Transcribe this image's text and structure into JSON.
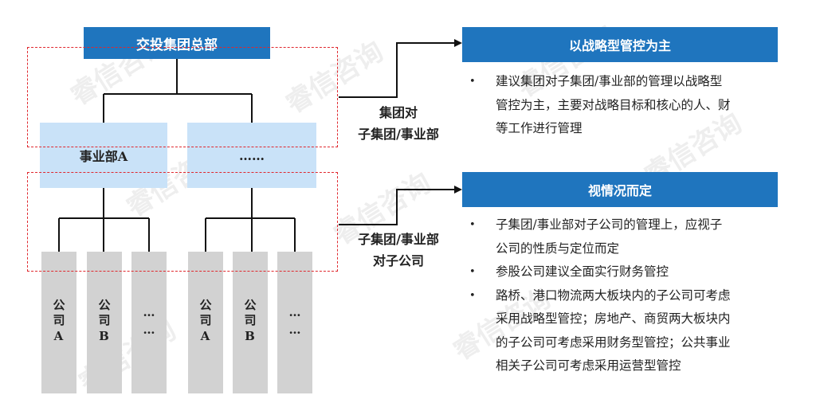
{
  "org": {
    "hq_label": "交投集团总部",
    "divisions": [
      "事业部A",
      "……"
    ],
    "subsidiaries": [
      "公司A",
      "公司B",
      "……",
      "公司A",
      "公司B",
      "……"
    ]
  },
  "edges": {
    "top_label_line1": "集团对",
    "top_label_line2": "子集团/事业部",
    "bottom_label_line1": "子集团/事业部",
    "bottom_label_line2": "对子公司"
  },
  "panels": [
    {
      "title": "以战略型管控为主",
      "bullets": [
        [
          "建议集团对子集团/事业部的管理以战略型",
          "管控为主，主要对战略目标和核心的人、财",
          "等工作进行管理"
        ]
      ]
    },
    {
      "title": "视情况而定",
      "bullets": [
        [
          "子集团/事业部对子公司的管理上，应视子",
          "公司的性质与定位而定"
        ],
        [
          "参股公司建议全面实行财务管控"
        ],
        [
          "路桥、港口物流两大板块内的子公司可考虑",
          "采用战略型管控；房地产、商贸两大板块内",
          "的子公司可考虑采用财务型管控；公共事业",
          "相关子公司可考虑采用运营型管控"
        ]
      ]
    }
  ],
  "watermark": "睿信咨询",
  "colors": {
    "header_blue": "#1f75be",
    "division_fill": "#c9e2f8",
    "subsidiary_fill": "#d2d2d2",
    "dash_red": "#e0282e"
  }
}
